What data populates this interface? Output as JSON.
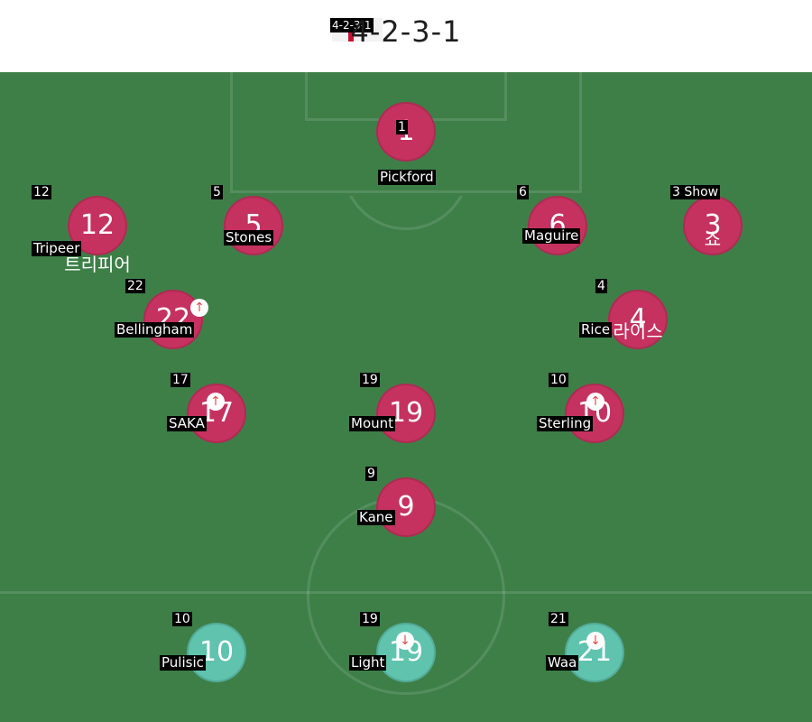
{
  "header": {
    "formation": "4-2-3-1",
    "flag_label": "4-2-3-1"
  },
  "players": [
    {
      "id": "pickford",
      "num": "1",
      "num_label": "1",
      "name": "",
      "name_label": "Pickford",
      "team": "home"
    },
    {
      "id": "tripeer",
      "num": "12",
      "num_label": "12",
      "name": "트리피어",
      "name_label": "Tripeer",
      "team": "home"
    },
    {
      "id": "stones",
      "num": "5",
      "num_label": "5",
      "name": "",
      "name_label": "Stones",
      "team": "home"
    },
    {
      "id": "maguire",
      "num": "6",
      "num_label": "6",
      "name": "",
      "name_label": "Maguire",
      "team": "home"
    },
    {
      "id": "shaw",
      "num": "3",
      "num_label": "3 Show",
      "name": "쇼",
      "name_label": "",
      "team": "home"
    },
    {
      "id": "bellingham",
      "num": "22",
      "num_label": "22",
      "name": "",
      "name_label": "Bellingham",
      "team": "home",
      "badge": "↑"
    },
    {
      "id": "rice",
      "num": "4",
      "num_label": "4",
      "name": "라이스",
      "name_label": "Rice",
      "team": "home"
    },
    {
      "id": "saka",
      "num": "17",
      "num_label": "17",
      "name": "",
      "name_label": "SAKA",
      "team": "home",
      "badge": "↑"
    },
    {
      "id": "mount",
      "num": "19",
      "num_label": "19",
      "name": "",
      "name_label": "Mount",
      "team": "home"
    },
    {
      "id": "sterling",
      "num": "10",
      "num_label": "10",
      "name": "",
      "name_label": "Sterling",
      "team": "home",
      "badge": "↑"
    },
    {
      "id": "kane",
      "num": "9",
      "num_label": "9",
      "name": "",
      "name_label": "Kane",
      "team": "home"
    },
    {
      "id": "pulisic",
      "num": "10",
      "num_label": "10",
      "name": "",
      "name_label": "Pulisic",
      "team": "away"
    },
    {
      "id": "light",
      "num": "19",
      "num_label": "19",
      "name": "",
      "name_label": "Light",
      "team": "away",
      "badge": "↓"
    },
    {
      "id": "weah",
      "num": "21",
      "num_label": "21",
      "name": "",
      "name_label": "Waa",
      "team": "away",
      "badge": "↓"
    }
  ],
  "colors": {
    "pitch": "#3e7f48",
    "home": "#c5325f",
    "away": "#5fc3ae"
  }
}
